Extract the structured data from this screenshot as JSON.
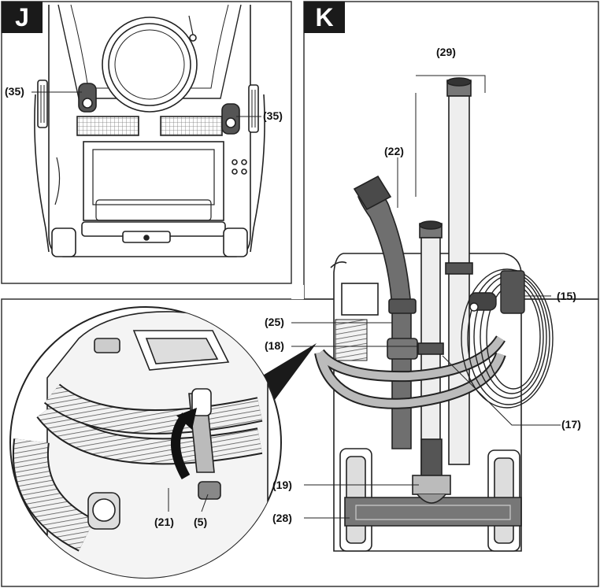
{
  "panels": {
    "j": {
      "tag": "J",
      "labels": {
        "l35a": "(35)",
        "l35b": "(35)"
      }
    },
    "k": {
      "tag": "K",
      "labels": {
        "l29": "(29)",
        "l22": "(22)",
        "l15": "(15)",
        "l25": "(25)",
        "l18": "(18)",
        "l17": "(17)",
        "l19": "(19)",
        "l28": "(28)",
        "l21": "(21)",
        "l5": "(5)"
      }
    }
  }
}
